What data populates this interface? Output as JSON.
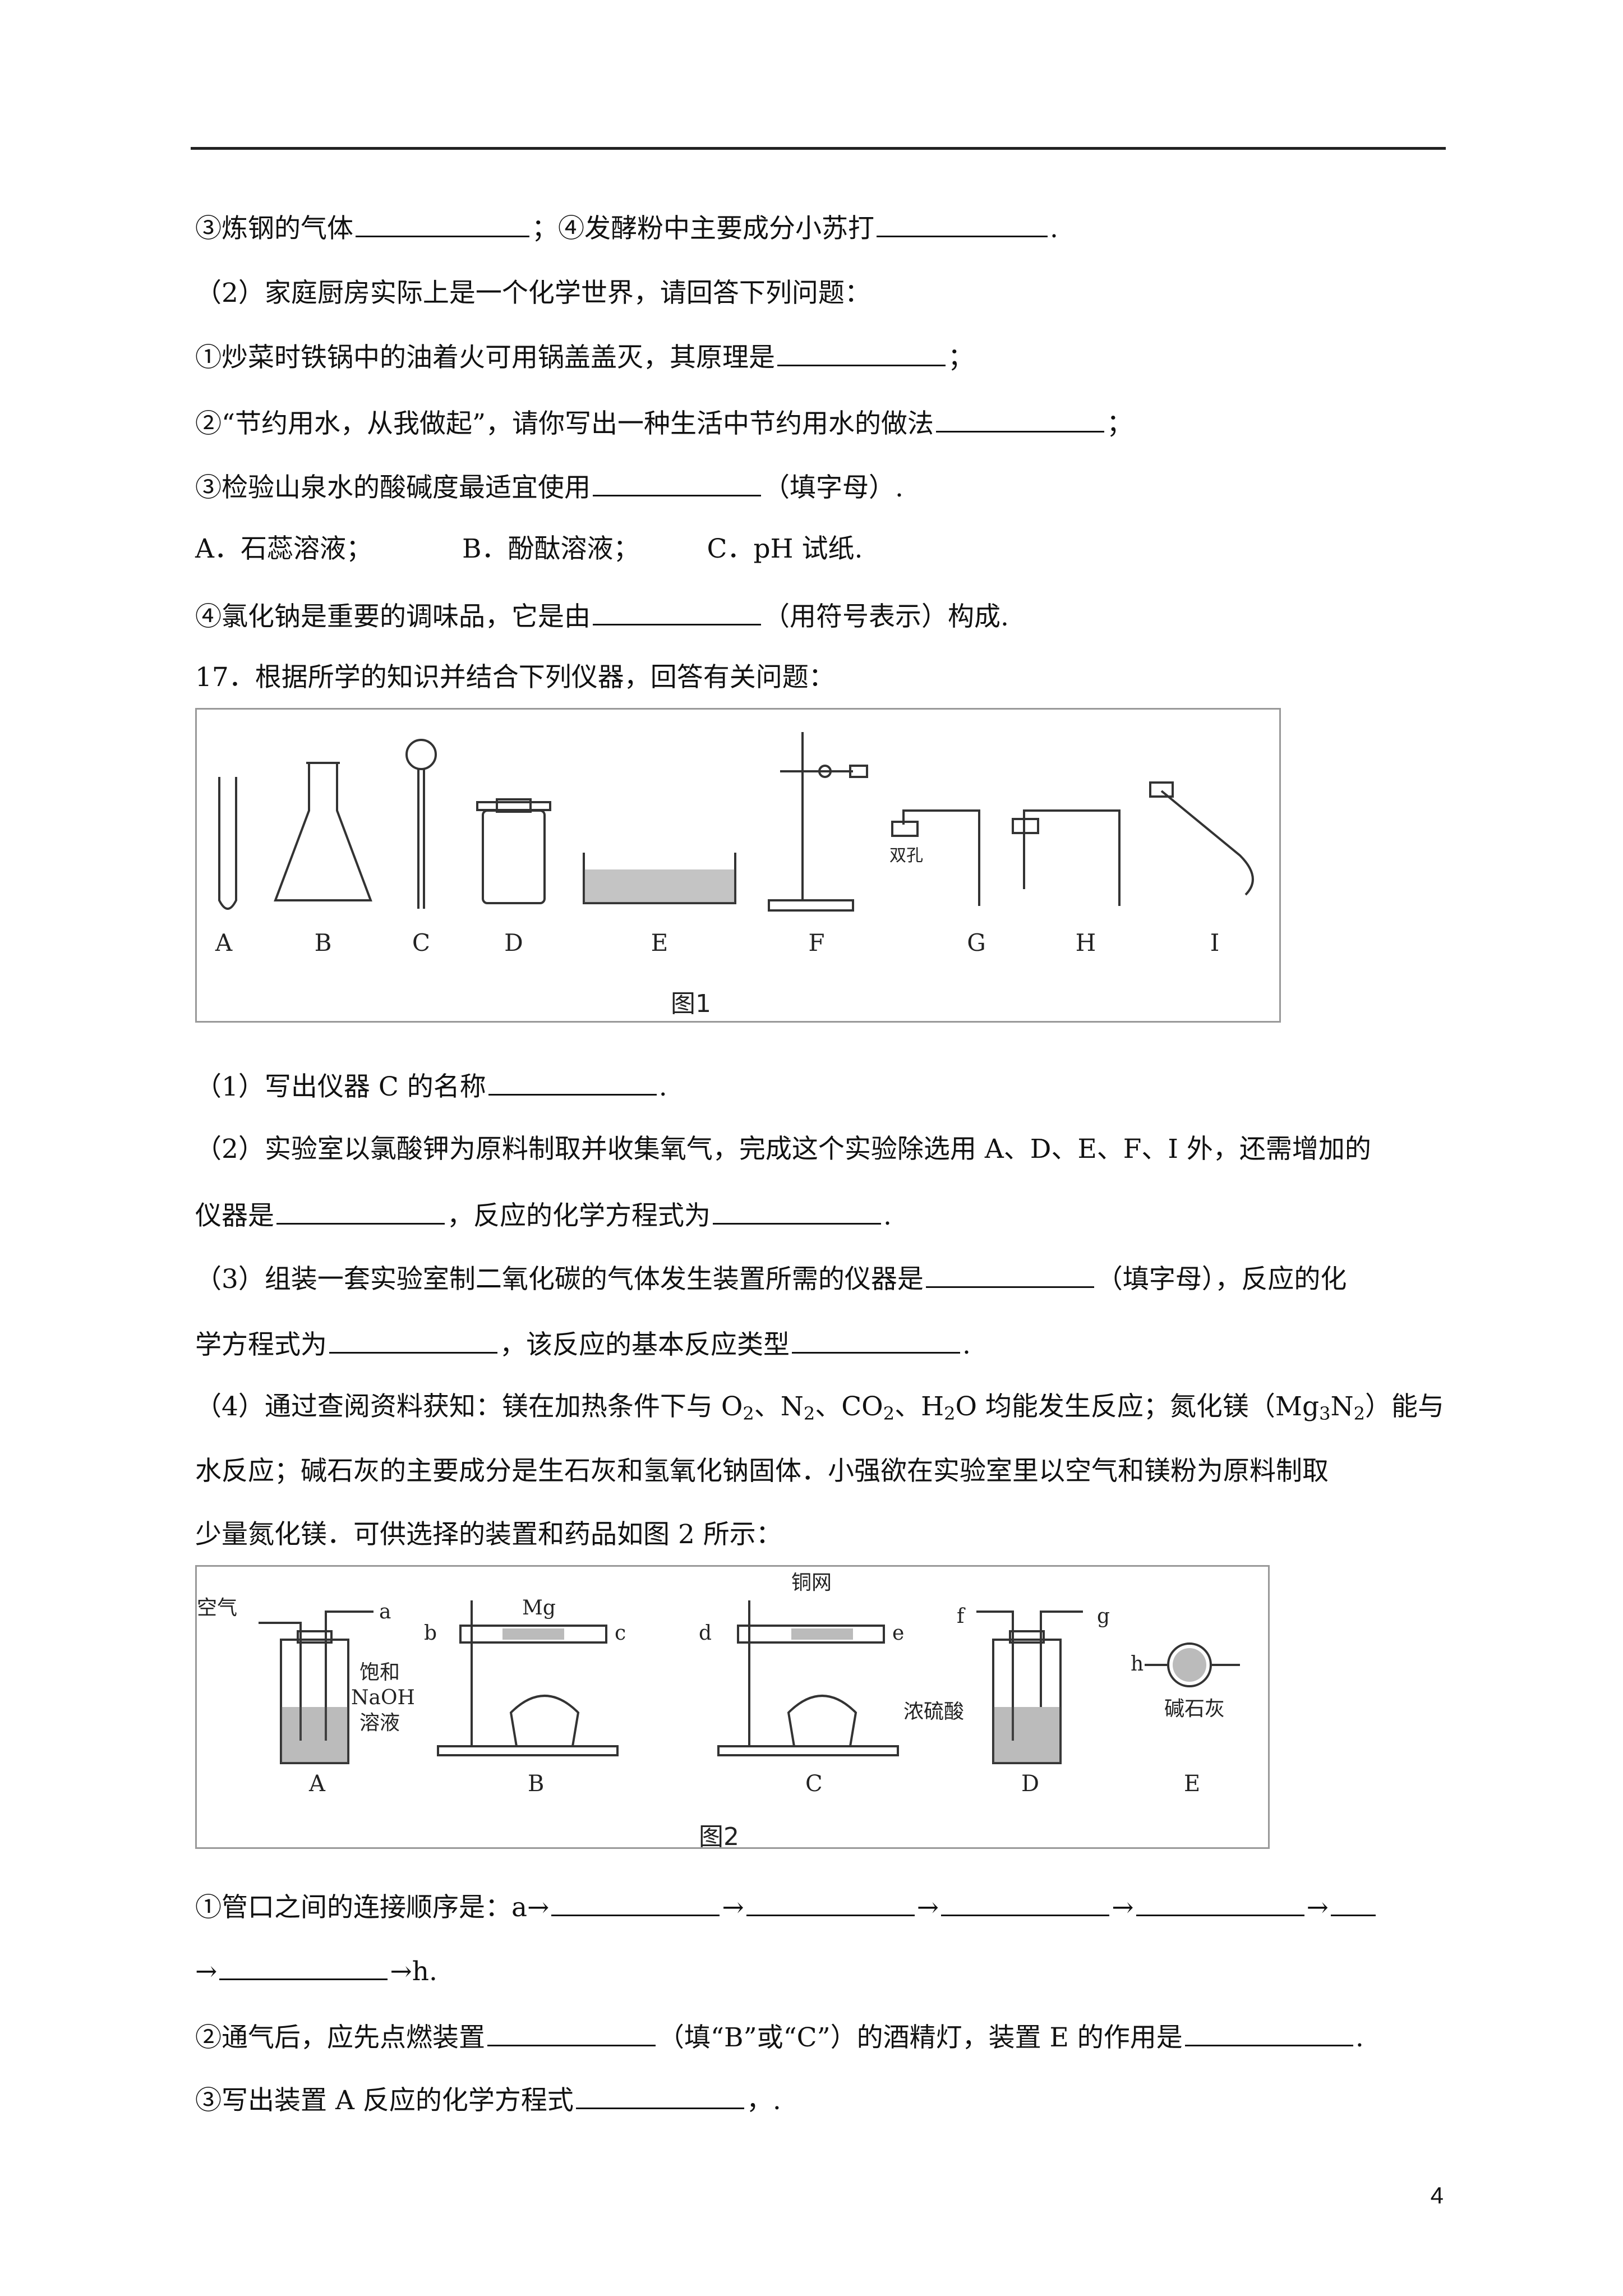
{
  "lines": {
    "l1a": "③炼钢的气体",
    "l1b": "；④发酵粉中主要成分小苏打",
    "l1c": ".",
    "l2": "（2）家庭厨房实际上是一个化学世界，请回答下列问题：",
    "l3a": "①炒菜时铁锅中的油着火可用锅盖盖灭，其原理是",
    "l3b": "；",
    "l4a": "②“节约用水，从我做起”，请你写出一种生活中节约用水的做法",
    "l4b": "；",
    "l5a": "③检验山泉水的酸碱度最适宜使用",
    "l5b": "（填字母）.",
    "l6a": "A．石蕊溶液；",
    "l6b": "B．酚酞溶液；",
    "l6c": "C．pH 试纸.",
    "l7a": "④氯化钠是重要的调味品，它是由",
    "l7b": "（用符号表示）构成.",
    "l8": "17．根据所学的知识并结合下列仪器，回答有关问题：",
    "q1a": "（1）写出仪器 C 的名称",
    "q1b": ".",
    "q2a": "（2）实验室以氯酸钾为原料制取并收集氧气，完成这个实验除选用 A、D、E、F、I 外，还需增加的",
    "q2b": "仪器是",
    "q2c": "，反应的化学方程式为",
    "q2d": ".",
    "q3a": "（3）组装一套实验室制二氧化碳的气体发生装置所需的仪器是",
    "q3b": "（填字母），反应的化",
    "q3c": "学方程式为",
    "q3d": "，该反应的基本反应类型",
    "q3e": ".",
    "q4a1": "（4）通过查阅资料获知：镁在加热条件下与 O",
    "q4a2": "、N",
    "q4a3": "、CO",
    "q4a4": "、H",
    "q4a5": "O 均能发生反应；氮化镁（Mg",
    "q4a6": "N",
    "q4a7": "）能与",
    "q4b": "水反应；碱石灰的主要成分是生石灰和氢氧化钠固体．小强欲在实验室里以空气和镁粉为原料制取",
    "q4c": "少量氮化镁．可供选择的装置和药品如图 2 所示：",
    "s1a": "①管口之间的连接顺序是：a→",
    "arrow": "→",
    "s1end": "→h.",
    "s2a": "②通气后，应先点燃装置",
    "s2b": "（填“B”或“C”）的酒精灯，装置 E 的作用是",
    "s2c": ".",
    "s3a": "③写出装置 A 反应的化学方程式",
    "s3b": "，."
  },
  "subscripts": {
    "two": "2",
    "three": "3"
  },
  "figure1": {
    "caption": "图1",
    "labels": [
      "A",
      "B",
      "C",
      "D",
      "E",
      "F",
      "G",
      "H",
      "I"
    ],
    "g_note": "双孔"
  },
  "figure2": {
    "caption": "图2",
    "air": "空气",
    "a_labels": [
      "饱和",
      "NaOH",
      "溶液"
    ],
    "mg": "Mg",
    "copper": "铜网",
    "acid": "浓硫酸",
    "soda": "碱石灰",
    "ports": [
      "a",
      "b",
      "c",
      "d",
      "e",
      "f",
      "g",
      "h"
    ],
    "labels": [
      "A",
      "B",
      "C",
      "D",
      "E"
    ]
  },
  "page_number": "4"
}
